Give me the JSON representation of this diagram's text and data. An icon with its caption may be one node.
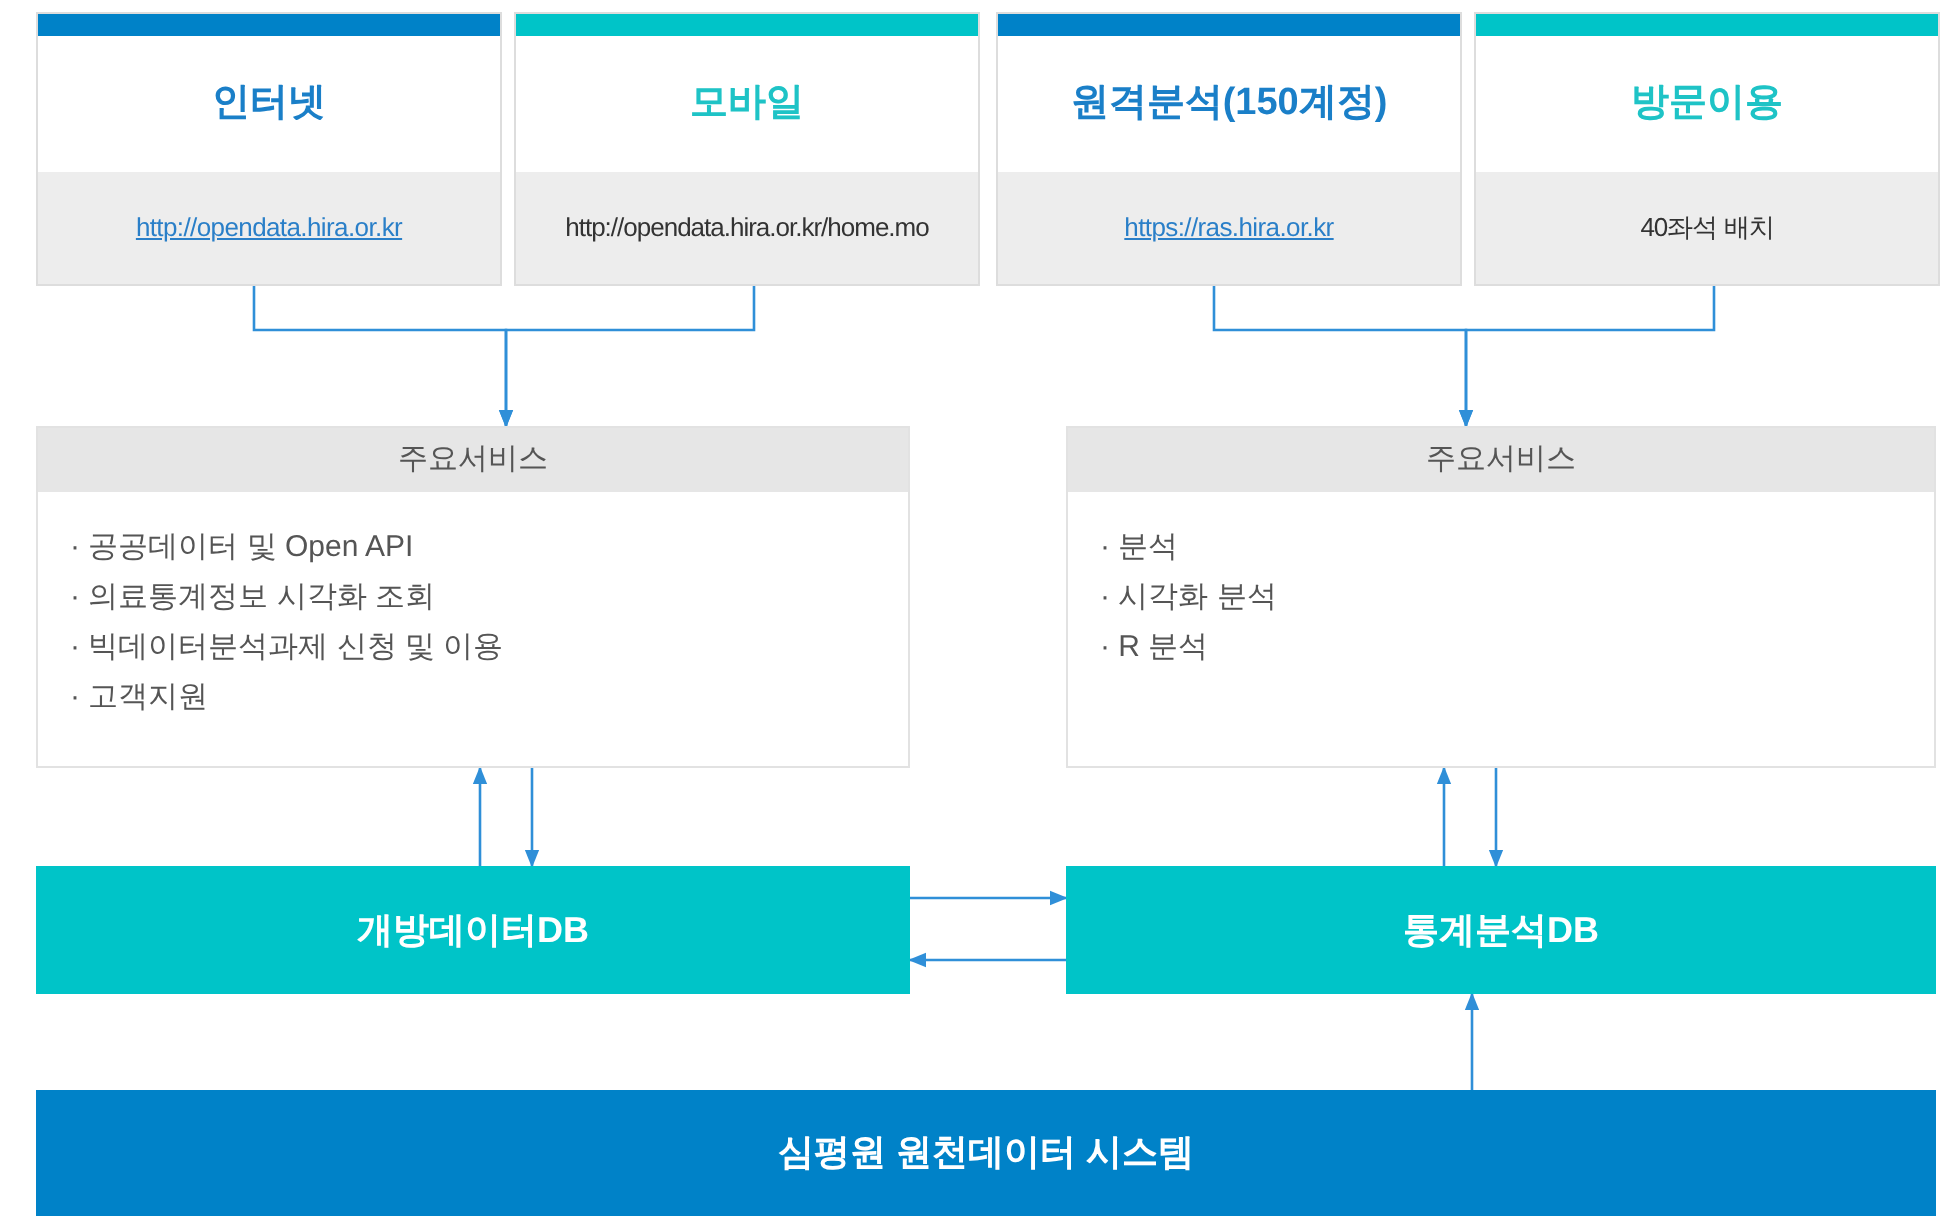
{
  "diagram": {
    "nodes": [
      {
        "text": [
          "인터넷",
          "http://opendata.hira.or.kr"
        ]
      },
      {
        "text": [
          "모바일",
          "http://opendata.hira.or.kr/home.mo"
        ]
      },
      {
        "text": [
          "원격분석(150계정)",
          "https://ras.hira.or.kr"
        ]
      },
      {
        "text": [
          "방문이용",
          "40좌석 배치"
        ]
      },
      {
        "text": [
          "주요서비스",
          "· 공공데이터 및 Open API",
          "· 의료통계정보 시각화 조회",
          "· 빅데이터분석과제 신청 및 이용",
          "· 고객지원"
        ]
      },
      {
        "text": [
          "주요서비스",
          "· 분석",
          "· 시각화 분석",
          "· R 분석"
        ]
      },
      {
        "text": [
          "개방데이터DB"
        ]
      },
      {
        "text": [
          "통계분석DB"
        ]
      },
      {
        "text": [
          "심평원 원천데이터 시스템"
        ]
      }
    ],
    "edges": [
      {
        "from": 0,
        "to": 4,
        "arrow": "to"
      },
      {
        "from": 1,
        "to": 4,
        "arrow": "to"
      },
      {
        "from": 2,
        "to": 5,
        "arrow": "to"
      },
      {
        "from": 3,
        "to": 5,
        "arrow": "to"
      },
      {
        "from": 6,
        "to": 4,
        "arrow": "to"
      },
      {
        "from": 4,
        "to": 6,
        "arrow": "to"
      },
      {
        "from": 7,
        "to": 5,
        "arrow": "to"
      },
      {
        "from": 5,
        "to": 7,
        "arrow": "to"
      },
      {
        "from": 6,
        "to": 7,
        "arrow": "to"
      },
      {
        "from": 7,
        "to": 6,
        "arrow": "to"
      },
      {
        "from": 8,
        "to": 7,
        "arrow": "to"
      }
    ]
  }
}
